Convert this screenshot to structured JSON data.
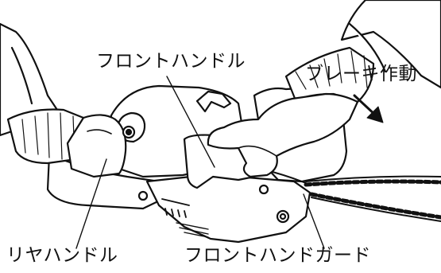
{
  "labels": {
    "front_handle": "フロントハンドル",
    "brake_action": "ブレーキ作動",
    "rear_handle": "リヤハンドル",
    "front_hand_guard": "フロントハンドガード"
  },
  "colors": {
    "line": "#111111",
    "fill": "#ffffff",
    "shade": "#1a1a1a"
  },
  "icons": {
    "brake_direction": "arrow-down-right-icon"
  }
}
